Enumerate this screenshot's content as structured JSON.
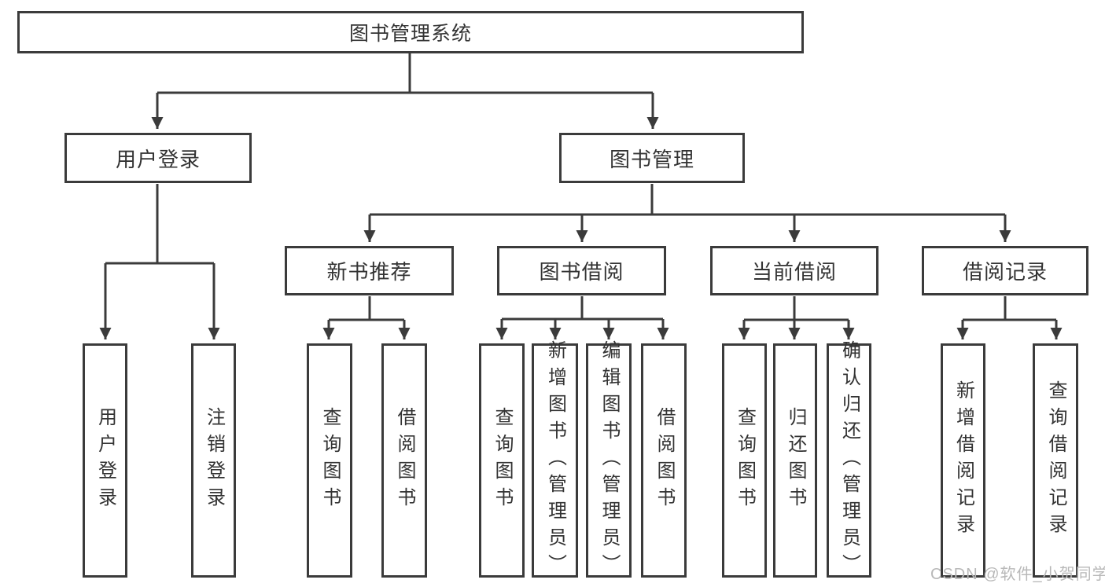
{
  "diagram": {
    "root": {
      "label": "图书管理系统"
    },
    "level1": [
      {
        "label": "用户登录",
        "children": [
          "用户登录",
          "注销登录"
        ]
      },
      {
        "label": "图书管理"
      }
    ],
    "level2": [
      {
        "label": "新书推荐",
        "children": [
          "查询图书",
          "借阅图书"
        ]
      },
      {
        "label": "图书借阅",
        "children": [
          "查询图书",
          "新增图书（管理员）",
          "编辑图书（管理员）",
          "借阅图书"
        ]
      },
      {
        "label": "当前借阅",
        "children": [
          "查询图书",
          "归还图书",
          "确认归还（管理员）"
        ]
      },
      {
        "label": "借阅记录",
        "children": [
          "新增借阅记录",
          "查询借阅记录"
        ]
      }
    ],
    "watermark": "CSDN @软件_小贺同学",
    "colors": {
      "line": "#3b3b3b",
      "text": "#333333",
      "box_background": "#ffffff",
      "page_background": "#ffffff",
      "watermark": "#b8b8b8"
    }
  }
}
